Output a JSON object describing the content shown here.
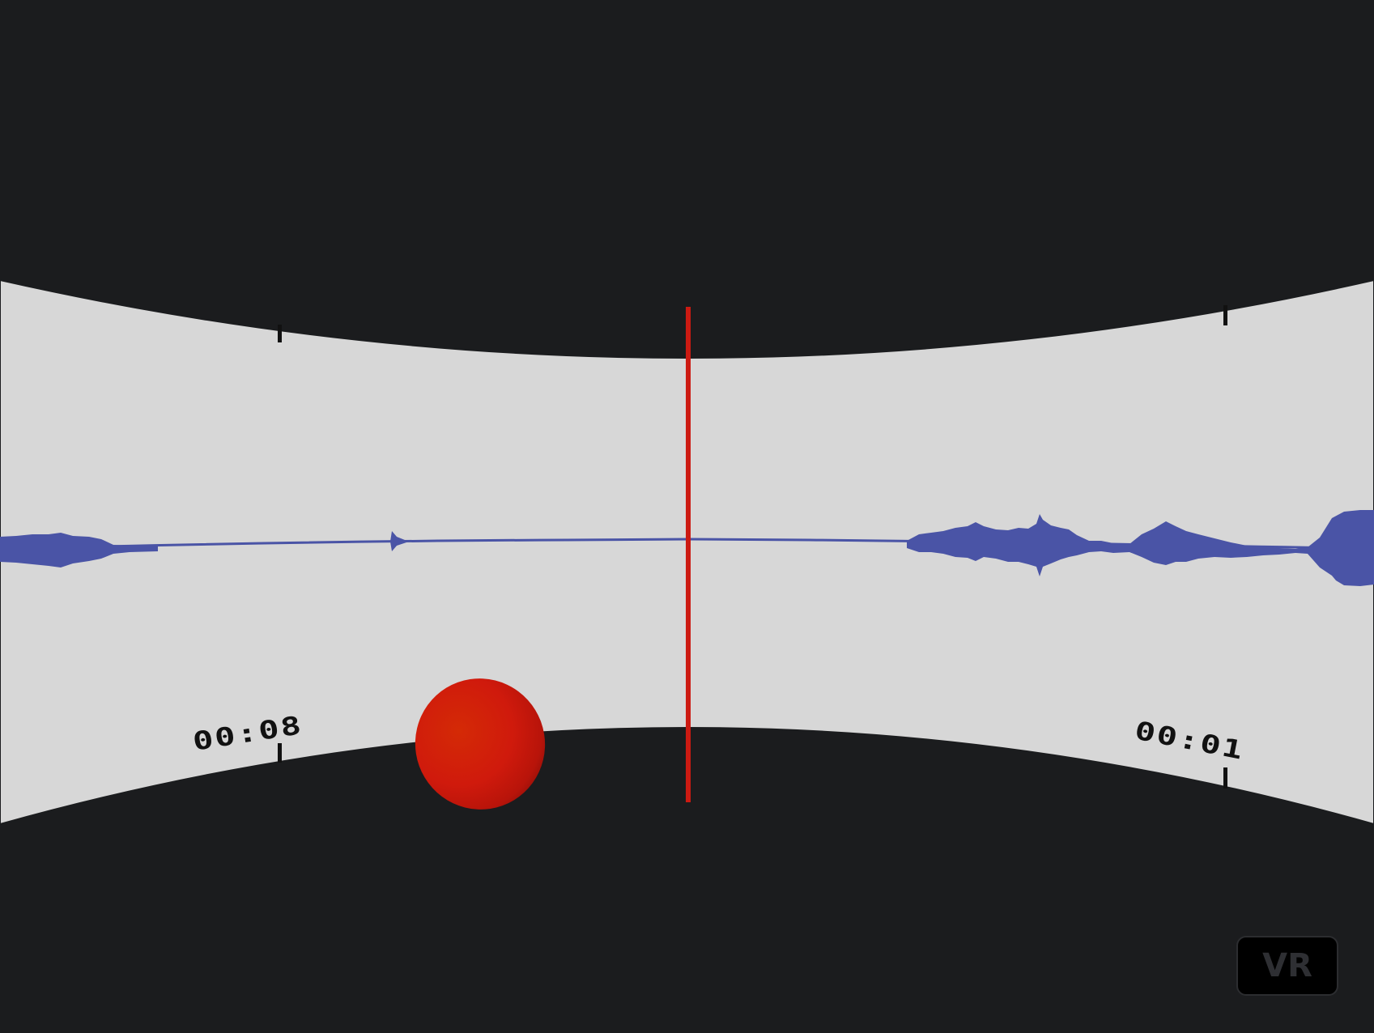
{
  "scene": {
    "background_color": "#1b1c1e",
    "panel_color": "#d7d7d7",
    "waveform_color": "#4a54a6",
    "playhead_color": "#cc1a12",
    "cursor_sphere_color": "#d01a0c",
    "tick_color": "#111111"
  },
  "timeline": {
    "labels": [
      {
        "text": "00:08"
      },
      {
        "text": "00:01"
      }
    ]
  },
  "vr_button": {
    "label": "VR"
  }
}
